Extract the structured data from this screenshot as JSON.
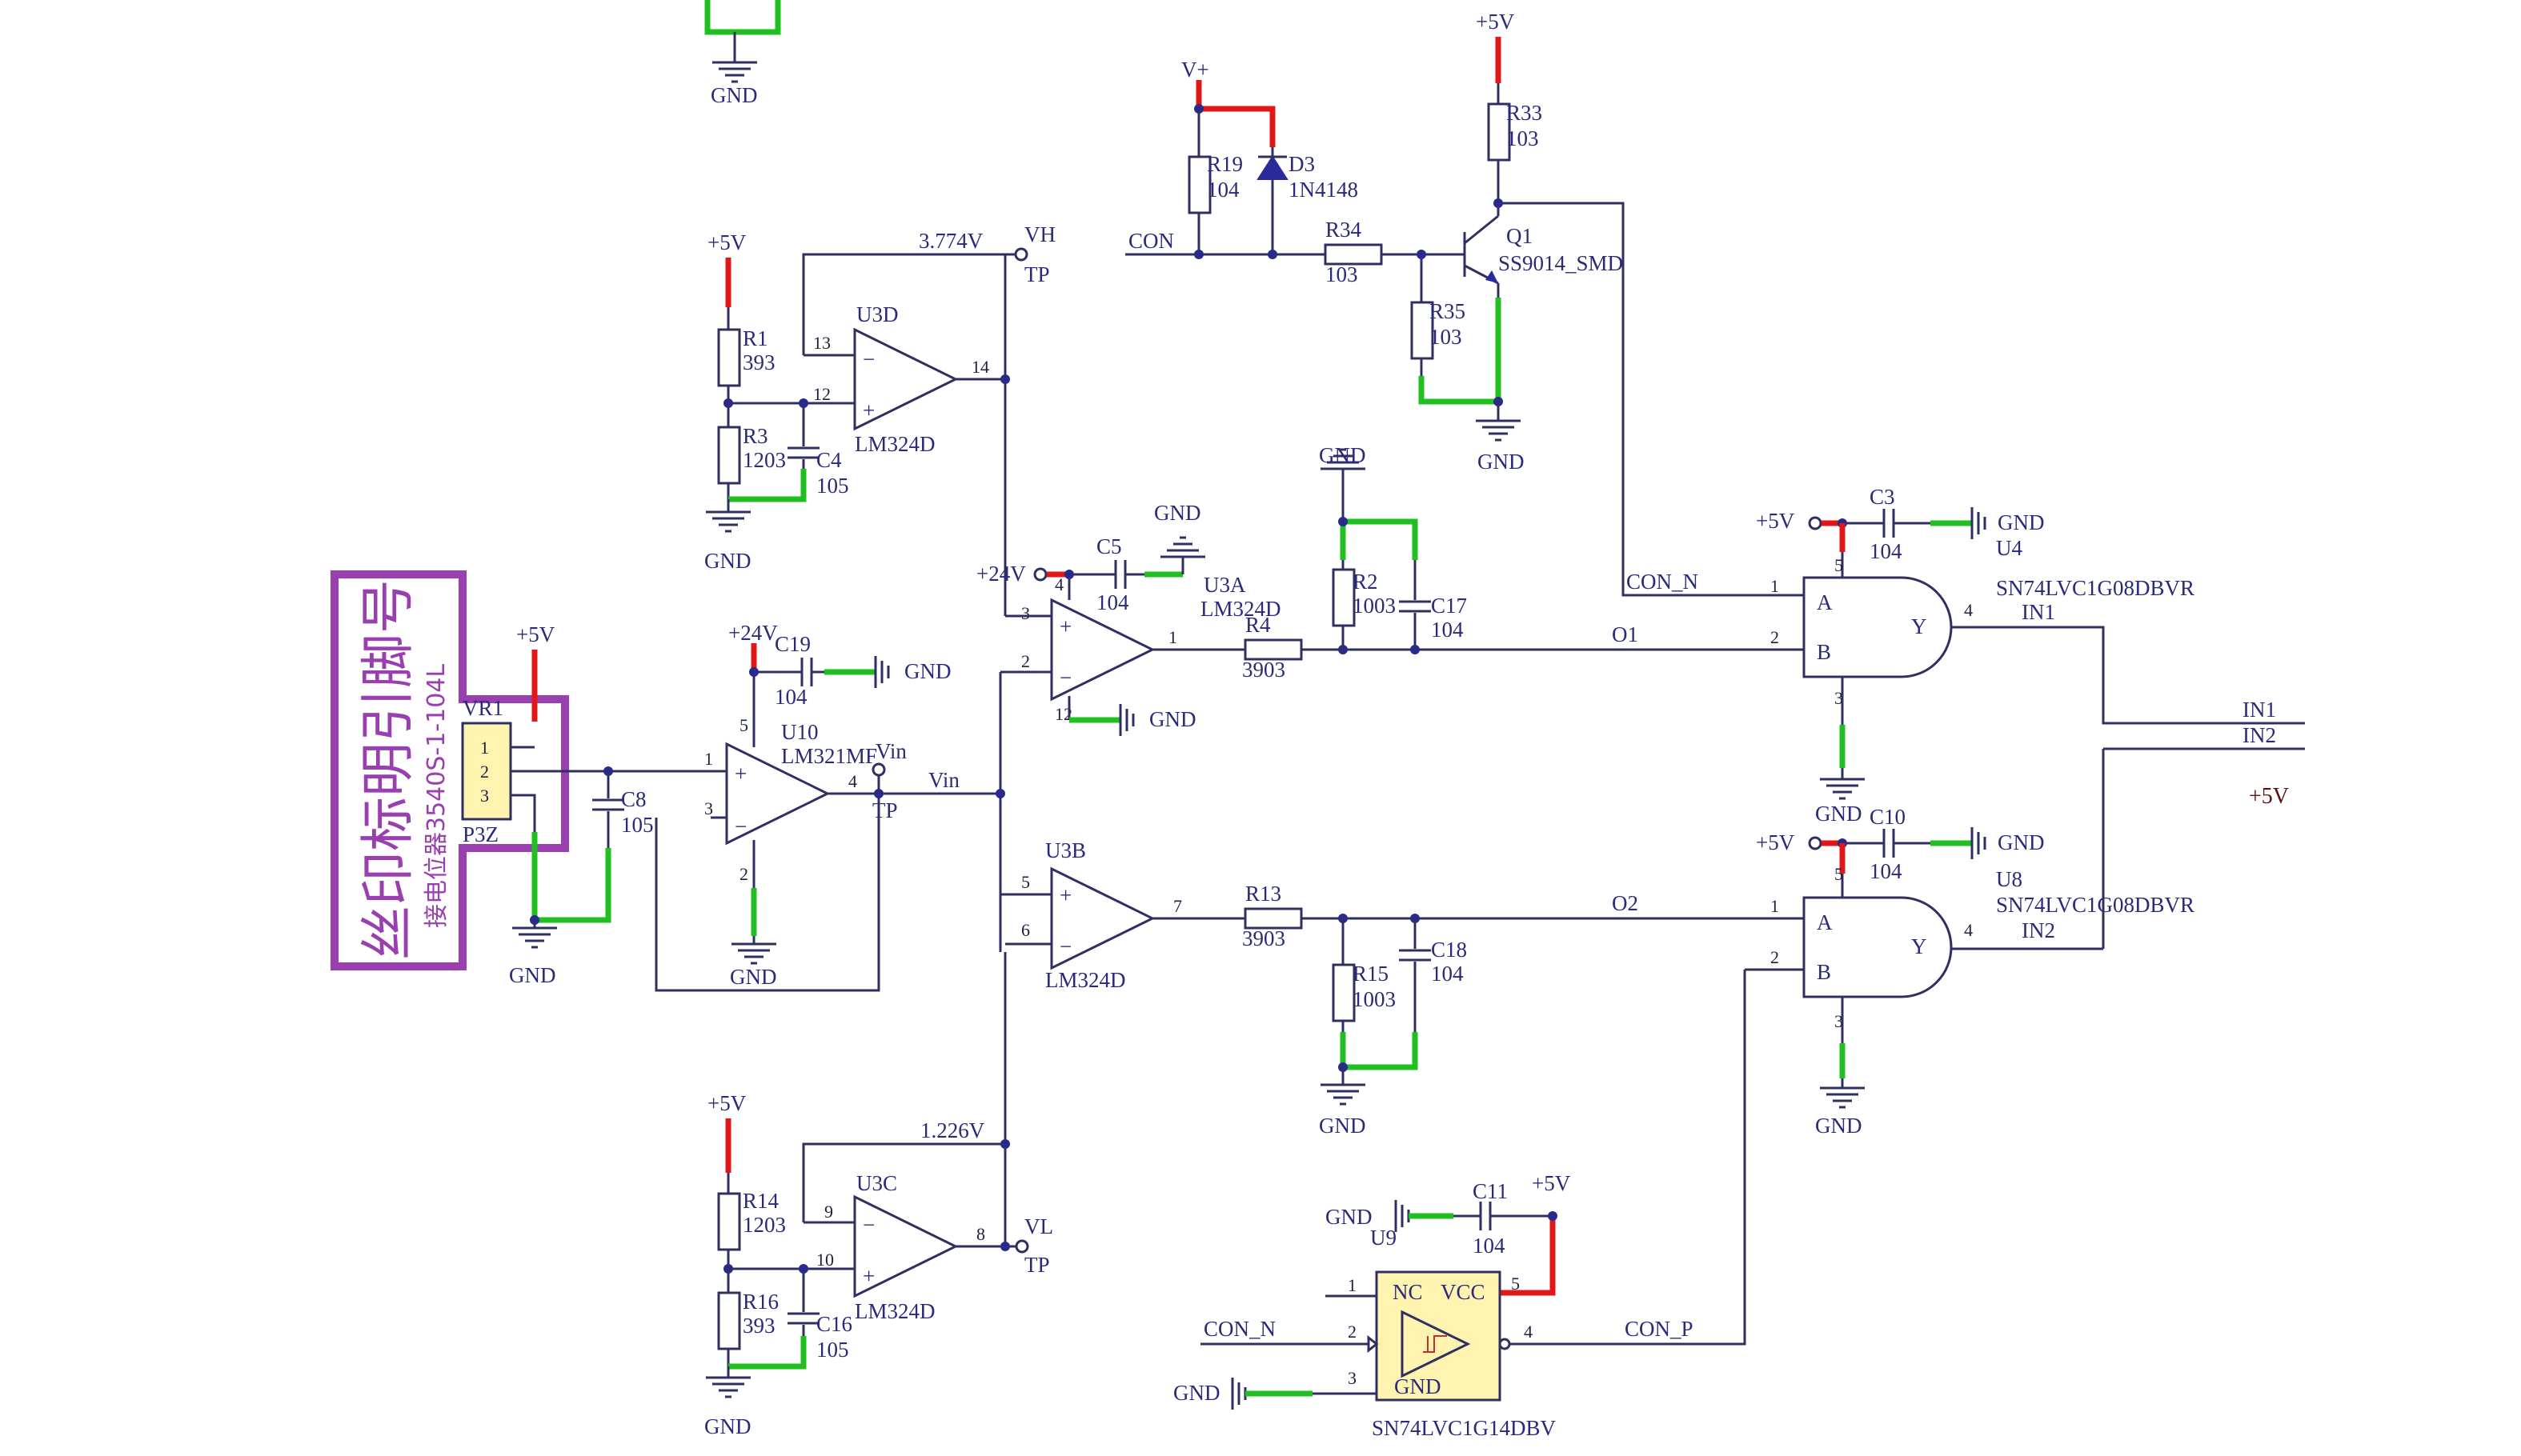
{
  "silkscreen_note": "丝印标明引脚号",
  "potentiometer_note": "接电位器3540S-1-104L",
  "nets": {
    "plus5v": "+5V",
    "plus24v": "+24V",
    "vplus": "V+",
    "gnd": "GND",
    "con": "CON",
    "con_n": "CON_N",
    "con_p": "CON_P",
    "vin": "Vin",
    "vh": "VH",
    "vl": "VL",
    "tp": "TP",
    "o1": "O1",
    "o2": "O2",
    "in1": "IN1",
    "in2": "IN2",
    "vh_voltage": "3.774V",
    "vl_voltage": "1.226V"
  },
  "components": {
    "vr1": {
      "ref": "VR1",
      "pkg": "P3Z",
      "pins": [
        "1",
        "2",
        "3"
      ]
    },
    "c8": {
      "ref": "C8",
      "val": "105"
    },
    "c19": {
      "ref": "C19",
      "val": "104"
    },
    "u10": {
      "ref": "U10",
      "part": "LM321MF"
    },
    "r1": {
      "ref": "R1",
      "val": "393"
    },
    "r3": {
      "ref": "R3",
      "val": "1203"
    },
    "c4": {
      "ref": "C4",
      "val": "105"
    },
    "u3d": {
      "ref": "U3D",
      "part": "LM324D"
    },
    "r14": {
      "ref": "R14",
      "val": "1203"
    },
    "r16": {
      "ref": "R16",
      "val": "393"
    },
    "c16": {
      "ref": "C16",
      "val": "105"
    },
    "u3c": {
      "ref": "U3C",
      "part": "LM324D"
    },
    "c5": {
      "ref": "C5",
      "val": "104"
    },
    "u3a": {
      "ref": "U3A",
      "part": "LM324D"
    },
    "u3b": {
      "ref": "U3B",
      "part": "LM324D"
    },
    "r4": {
      "ref": "R4",
      "val": "3903"
    },
    "r13": {
      "ref": "R13",
      "val": "3903"
    },
    "r2": {
      "ref": "R2",
      "val": "1003"
    },
    "c17": {
      "ref": "C17",
      "val": "104"
    },
    "r15": {
      "ref": "R15",
      "val": "1003"
    },
    "c18": {
      "ref": "C18",
      "val": "104"
    },
    "r19": {
      "ref": "R19",
      "val": "104"
    },
    "d3": {
      "ref": "D3",
      "val": "1N4148"
    },
    "r34": {
      "ref": "R34",
      "val": "103"
    },
    "r35": {
      "ref": "R35",
      "val": "103"
    },
    "r33": {
      "ref": "R33",
      "val": "103"
    },
    "q1": {
      "ref": "Q1",
      "part": "SS9014_SMD"
    },
    "c3": {
      "ref": "C3",
      "val": "104"
    },
    "c10": {
      "ref": "C10",
      "val": "104"
    },
    "c11": {
      "ref": "C11",
      "val": "104"
    },
    "u4": {
      "ref": "U4",
      "part": "SN74LVC1G08DBVR"
    },
    "u8": {
      "ref": "U8",
      "part": "SN74LVC1G08DBVR"
    },
    "u9": {
      "ref": "U9",
      "part": "SN74LVC1G14DBV",
      "nc": "NC",
      "vcc": "VCC",
      "gnd": "GND"
    }
  },
  "gate_pins": {
    "a": "A",
    "b": "B",
    "y": "Y"
  },
  "pin_numbers": [
    "1",
    "2",
    "3",
    "4",
    "5",
    "6",
    "7",
    "8",
    "9",
    "10",
    "12",
    "13",
    "14"
  ]
}
